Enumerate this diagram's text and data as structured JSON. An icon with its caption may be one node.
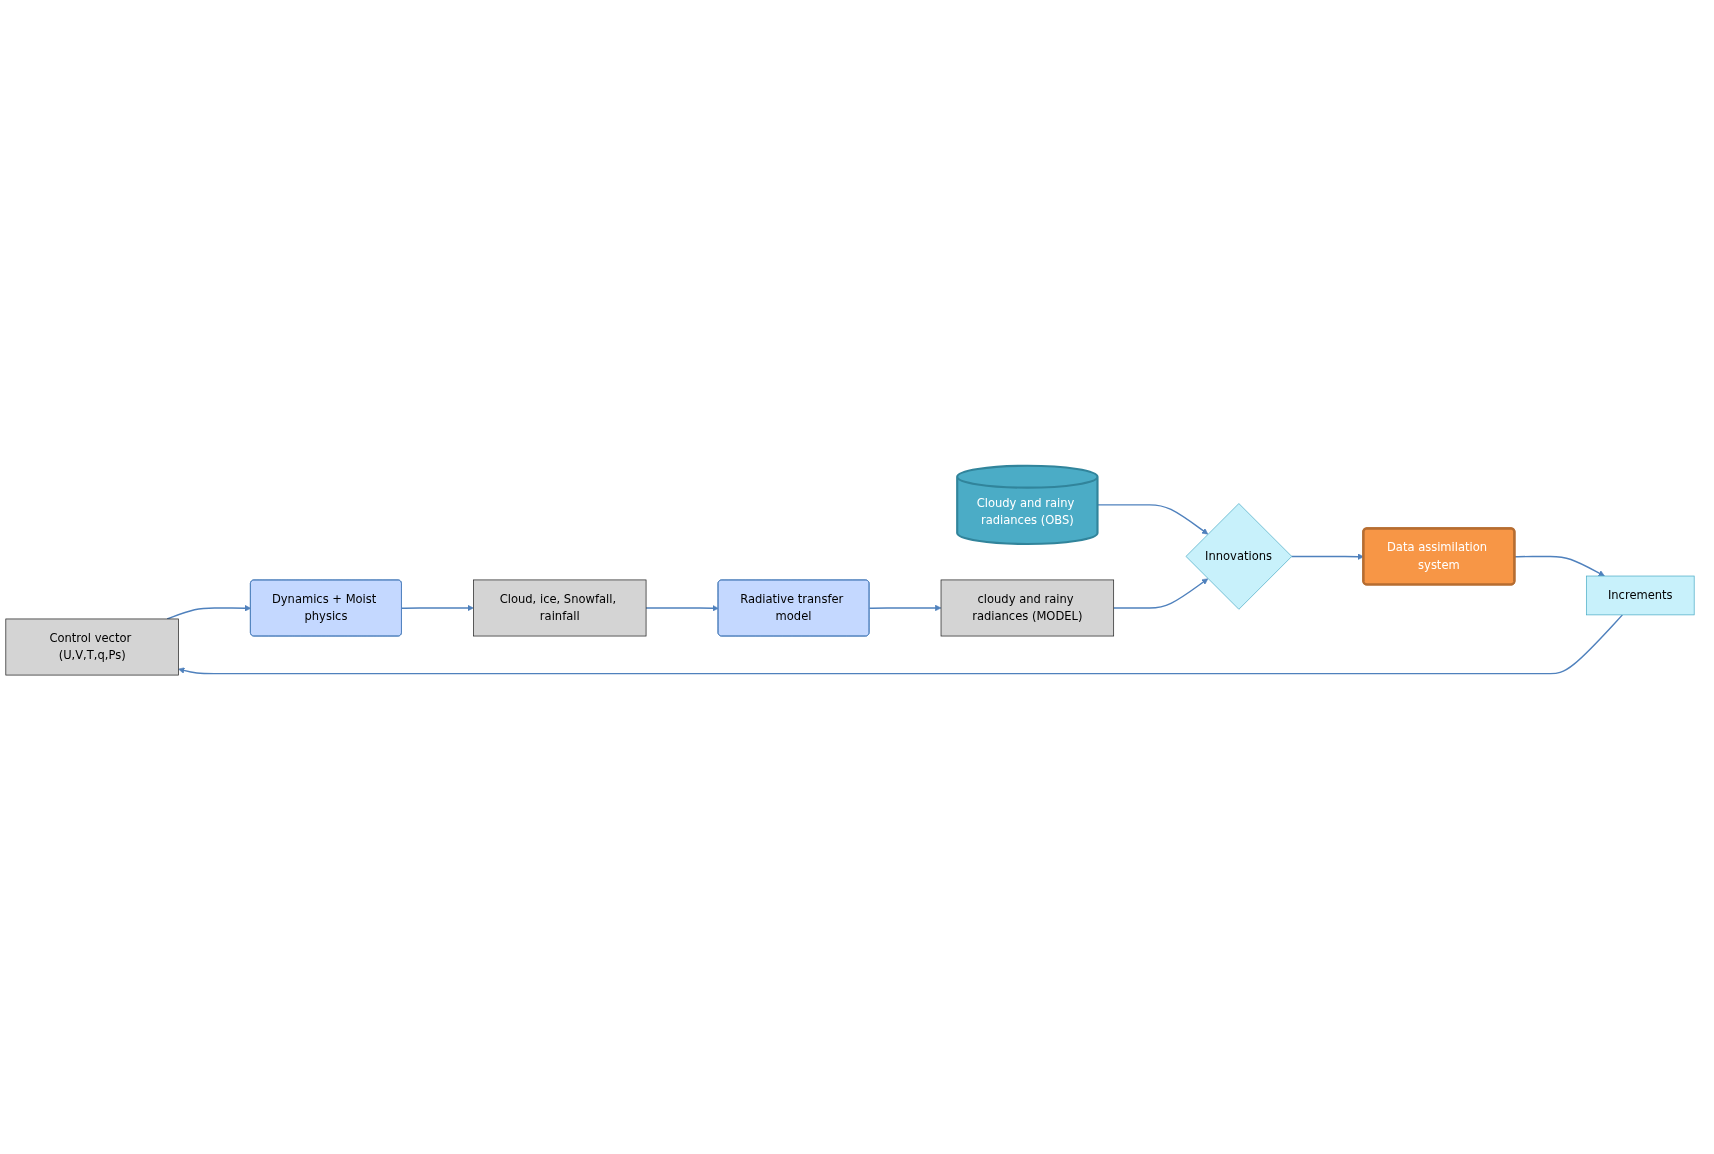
{
  "diagram": {
    "nodes": [
      {
        "text": [
          "Control vector (U,V,T,q,Ps)"
        ]
      },
      {
        "text": [
          "Dynamics + Moist physics"
        ]
      },
      {
        "text": [
          "Cloud, ice, Snowfall, rainfall"
        ]
      },
      {
        "text": [
          "Radiative transfer model"
        ]
      },
      {
        "text": [
          "Cloudy and rainy radiances (OBS)"
        ]
      },
      {
        "text": [
          "Innovations"
        ]
      },
      {
        "text": [
          "cloudy and rainy radiances (MODEL)"
        ]
      },
      {
        "text": [
          "Data assimilation system"
        ]
      },
      {
        "text": [
          "Increments"
        ]
      }
    ],
    "edges": [
      {
        "from": 0,
        "to": 1,
        "arrow": "to"
      },
      {
        "from": 1,
        "to": 2,
        "arrow": "to"
      },
      {
        "from": 2,
        "to": 3,
        "arrow": "to"
      },
      {
        "from": 3,
        "to": 6,
        "arrow": "to"
      },
      {
        "from": 4,
        "to": 5,
        "arrow": "to"
      },
      {
        "from": 6,
        "to": 5,
        "arrow": "to"
      },
      {
        "from": 5,
        "to": 7,
        "arrow": "to"
      },
      {
        "from": 7,
        "to": 8,
        "arrow": "to"
      },
      {
        "from": 8,
        "to": 0,
        "arrow": "to"
      }
    ]
  }
}
